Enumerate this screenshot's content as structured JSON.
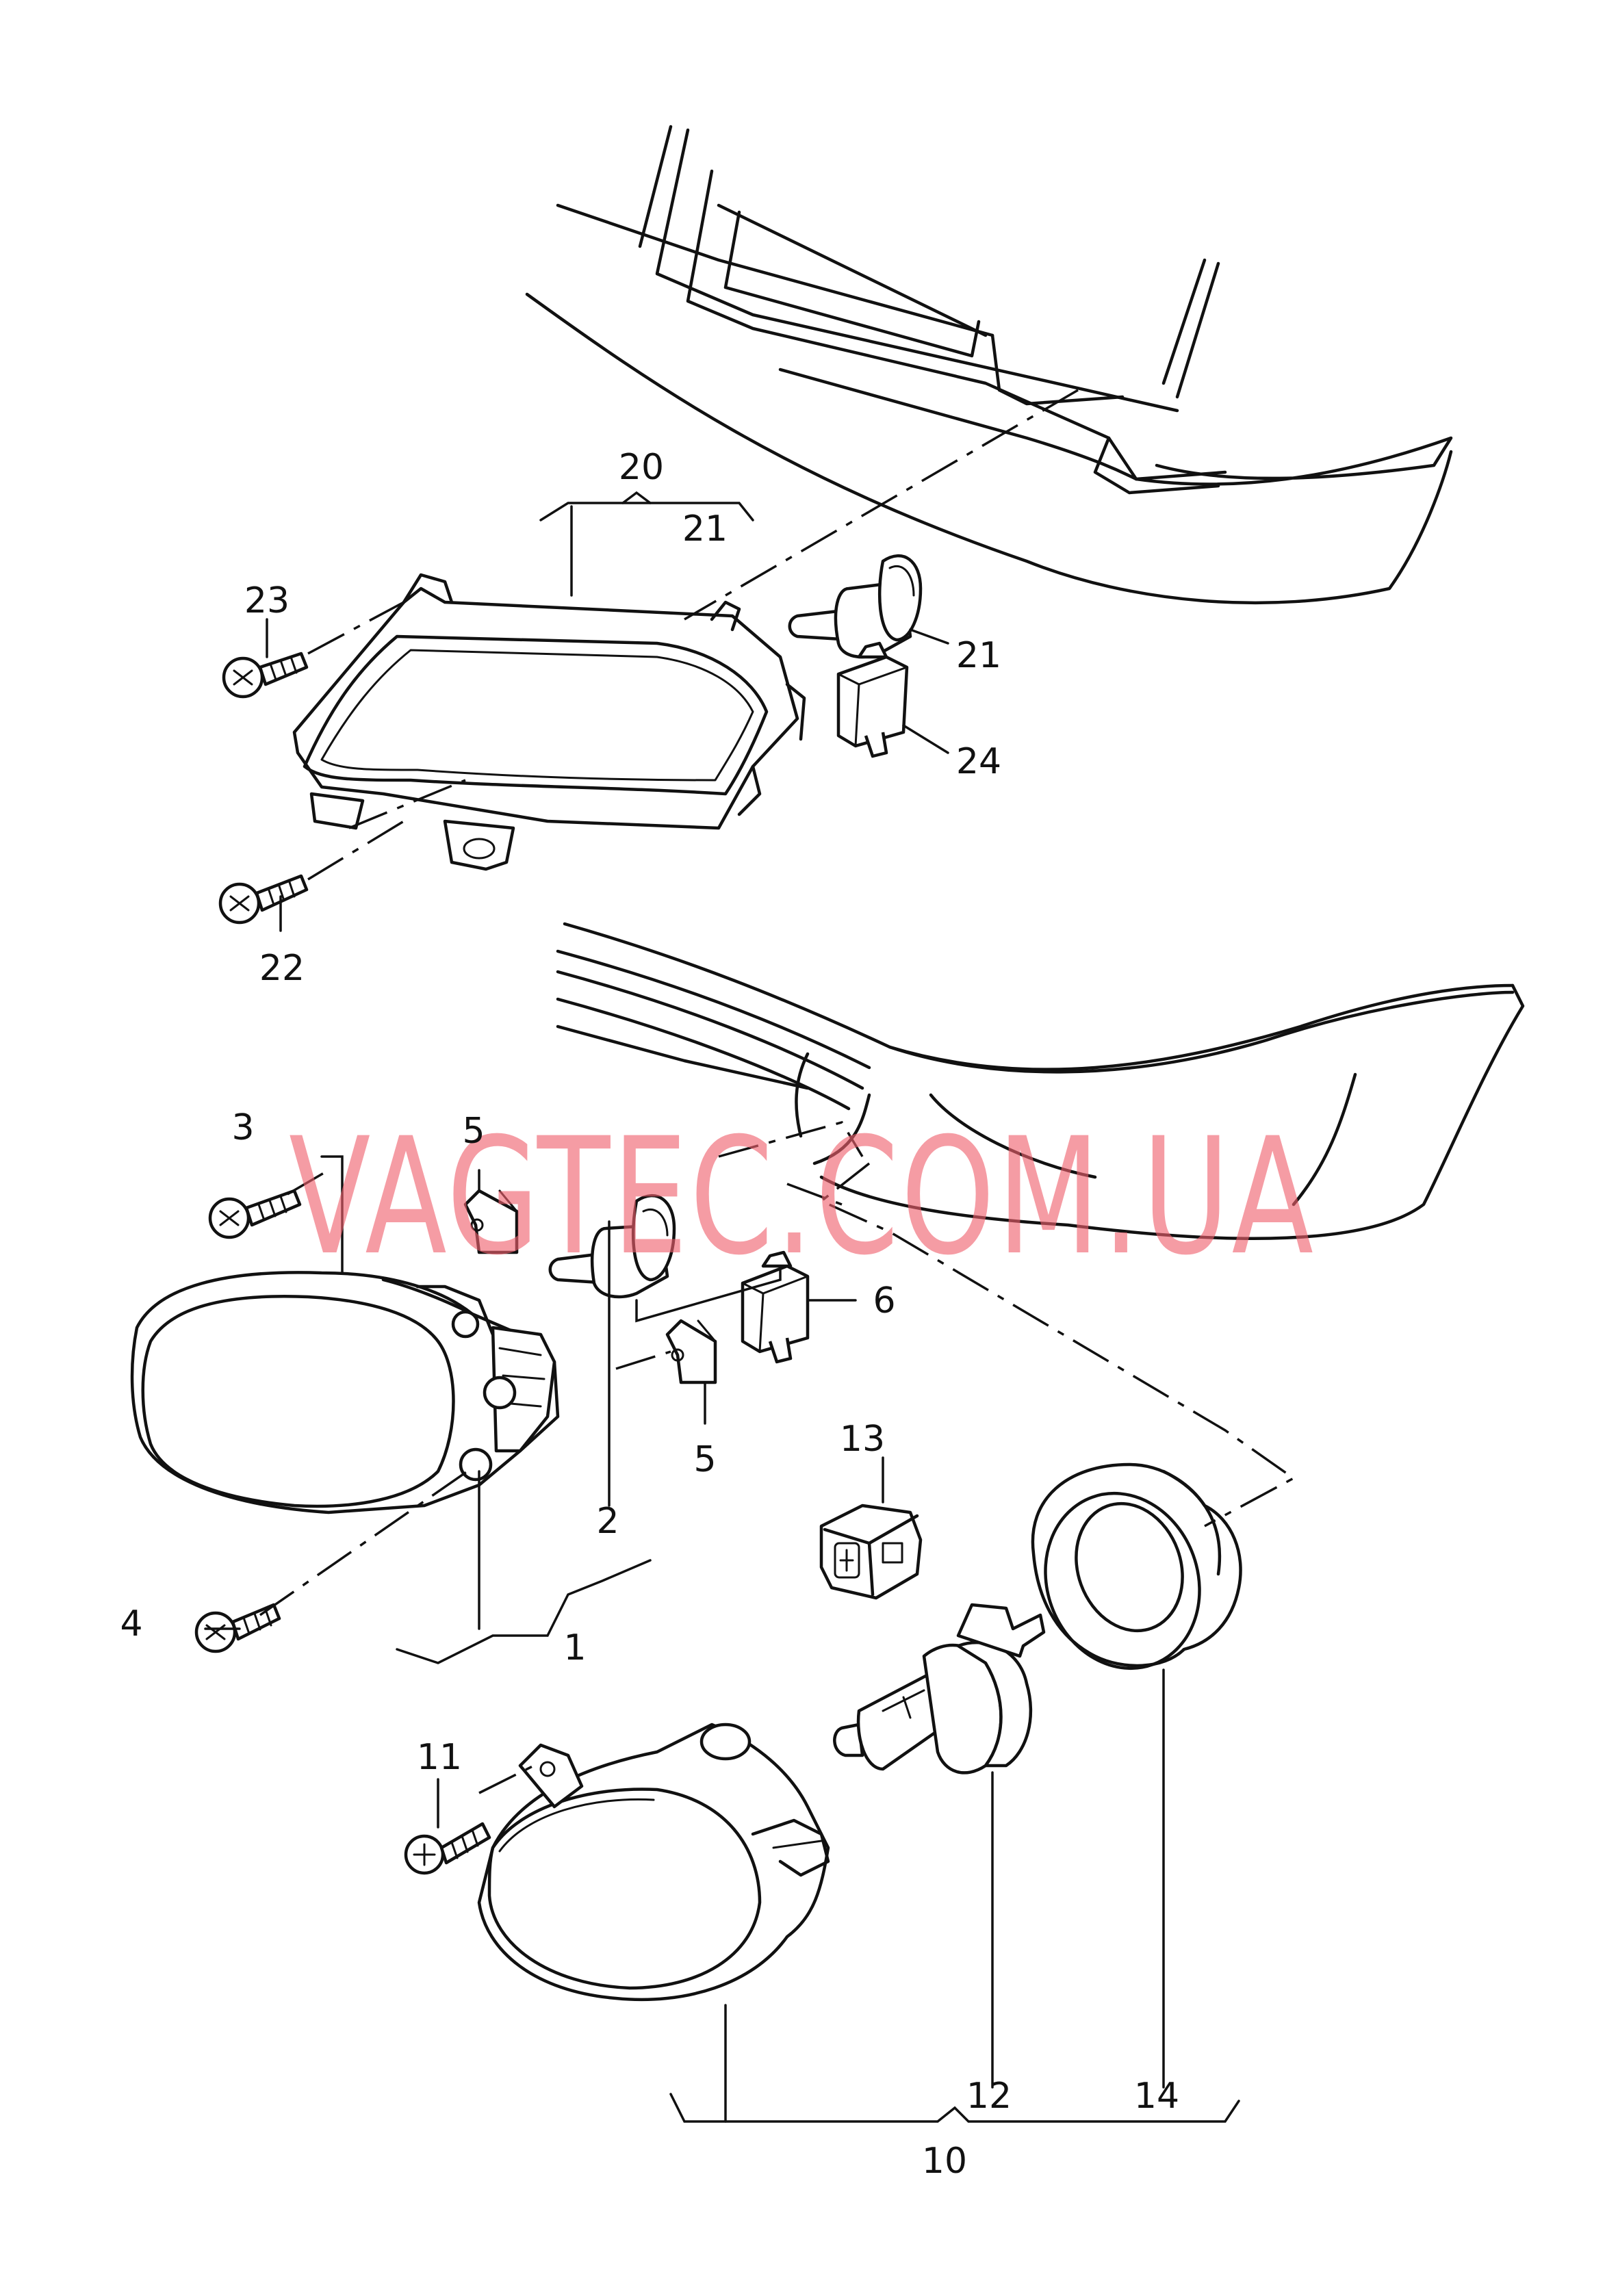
{
  "watermark": "VAGTEC.COM.UA",
  "callouts": {
    "c1": "1",
    "c2": "2",
    "c3": "3",
    "c4": "4",
    "c5a": "5",
    "c5b": "5",
    "c6": "6",
    "c10": "10",
    "c11": "11",
    "c12": "12",
    "c13": "13",
    "c14": "14",
    "c20": "20",
    "c21a": "21",
    "c21b": "21",
    "c22": "22",
    "c23": "23",
    "c24": "24"
  }
}
